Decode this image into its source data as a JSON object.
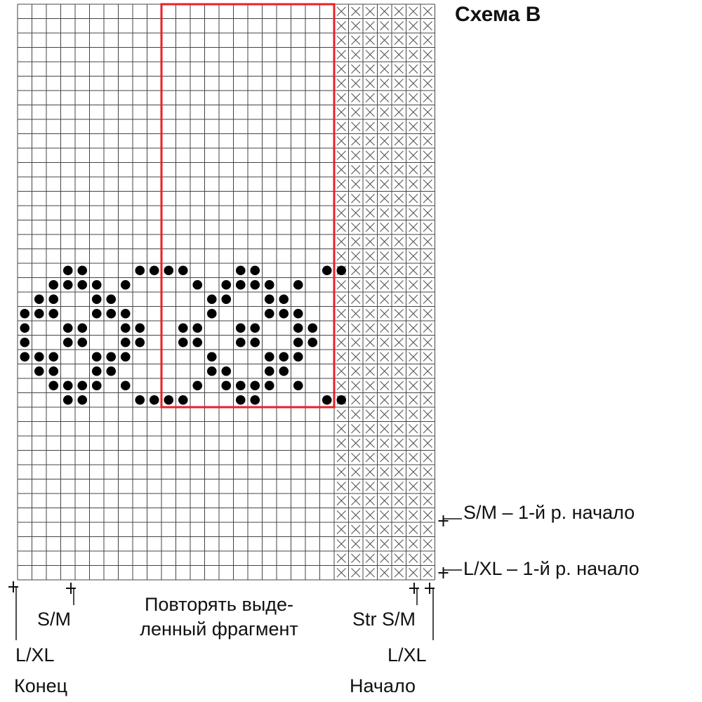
{
  "title": "Схема B",
  "grid": {
    "columns": 29,
    "rows": 40,
    "crossed_columns_from": 22,
    "repeat_box": {
      "col_start": 10,
      "col_end": 21,
      "row_start": 0,
      "row_end": 27
    },
    "dots": [
      [
        18,
        3
      ],
      [
        18,
        4
      ],
      [
        18,
        8
      ],
      [
        18,
        9
      ],
      [
        18,
        10
      ],
      [
        18,
        11
      ],
      [
        18,
        15
      ],
      [
        18,
        16
      ],
      [
        18,
        21
      ],
      [
        18,
        22
      ],
      [
        19,
        2
      ],
      [
        19,
        3
      ],
      [
        19,
        4
      ],
      [
        19,
        5
      ],
      [
        19,
        7
      ],
      [
        19,
        12
      ],
      [
        19,
        14
      ],
      [
        19,
        15
      ],
      [
        19,
        16
      ],
      [
        19,
        17
      ],
      [
        19,
        19
      ],
      [
        20,
        1
      ],
      [
        20,
        2
      ],
      [
        20,
        5
      ],
      [
        20,
        6
      ],
      [
        20,
        13
      ],
      [
        20,
        14
      ],
      [
        20,
        17
      ],
      [
        20,
        18
      ],
      [
        21,
        0
      ],
      [
        21,
        1
      ],
      [
        21,
        2
      ],
      [
        21,
        5
      ],
      [
        21,
        6
      ],
      [
        21,
        7
      ],
      [
        21,
        13
      ],
      [
        21,
        17
      ],
      [
        21,
        18
      ],
      [
        21,
        19
      ],
      [
        22,
        0
      ],
      [
        22,
        3
      ],
      [
        22,
        4
      ],
      [
        22,
        7
      ],
      [
        22,
        8
      ],
      [
        22,
        11
      ],
      [
        22,
        12
      ],
      [
        22,
        15
      ],
      [
        22,
        16
      ],
      [
        22,
        19
      ],
      [
        22,
        20
      ],
      [
        23,
        0
      ],
      [
        23,
        3
      ],
      [
        23,
        4
      ],
      [
        23,
        7
      ],
      [
        23,
        8
      ],
      [
        23,
        11
      ],
      [
        23,
        12
      ],
      [
        23,
        15
      ],
      [
        23,
        16
      ],
      [
        23,
        19
      ],
      [
        23,
        20
      ],
      [
        24,
        0
      ],
      [
        24,
        1
      ],
      [
        24,
        2
      ],
      [
        24,
        5
      ],
      [
        24,
        6
      ],
      [
        24,
        7
      ],
      [
        24,
        13
      ],
      [
        24,
        17
      ],
      [
        24,
        18
      ],
      [
        24,
        19
      ],
      [
        25,
        1
      ],
      [
        25,
        2
      ],
      [
        25,
        5
      ],
      [
        25,
        6
      ],
      [
        25,
        13
      ],
      [
        25,
        14
      ],
      [
        25,
        17
      ],
      [
        25,
        18
      ],
      [
        26,
        2
      ],
      [
        26,
        3
      ],
      [
        26,
        4
      ],
      [
        26,
        5
      ],
      [
        26,
        7
      ],
      [
        26,
        12
      ],
      [
        26,
        14
      ],
      [
        26,
        15
      ],
      [
        26,
        16
      ],
      [
        26,
        17
      ],
      [
        26,
        19
      ],
      [
        27,
        3
      ],
      [
        27,
        4
      ],
      [
        27,
        8
      ],
      [
        27,
        9
      ],
      [
        27,
        10
      ],
      [
        27,
        11
      ],
      [
        27,
        15
      ],
      [
        27,
        16
      ],
      [
        27,
        21
      ],
      [
        27,
        22
      ]
    ]
  },
  "labels": {
    "sm_start": "S/M – 1-й р. начало",
    "lxl_start": "L/XL – 1-й р. начало",
    "repeat_line1": "Повторять выде-",
    "repeat_line2": "ленный фрагмент",
    "sm_left": "S/M",
    "lxl_left": "L/XL",
    "end": "Конец",
    "str_sm": "Str S/M",
    "lxl_right": "L/XL",
    "begin": "Начало"
  },
  "colors": {
    "grid": "#444444",
    "dot": "#000000",
    "cross": "#555555",
    "repeat_box": "#e8202a"
  }
}
